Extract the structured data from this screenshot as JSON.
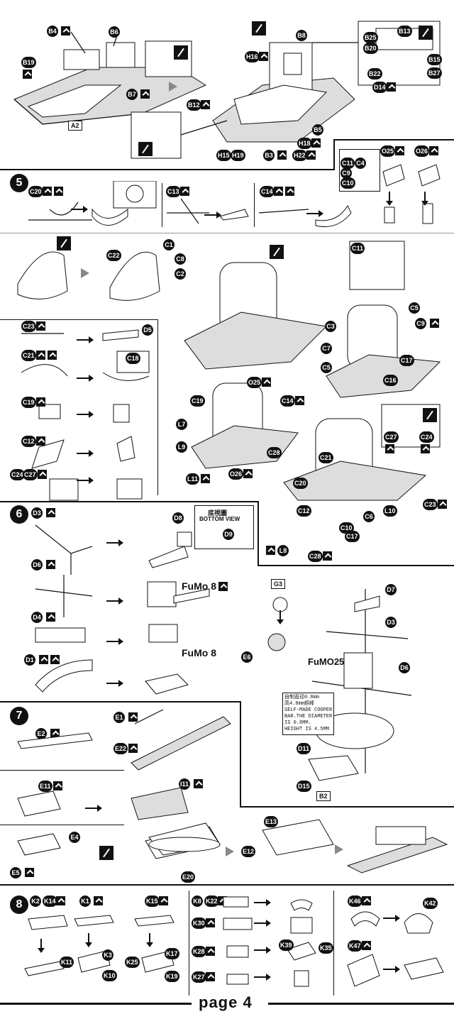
{
  "page": {
    "footer": "page 4"
  },
  "steps": [
    {
      "id": "step-5",
      "label": "5"
    },
    {
      "id": "step-6",
      "label": "6"
    },
    {
      "id": "step-7",
      "label": "7"
    },
    {
      "id": "step-8",
      "label": "8"
    }
  ],
  "callouts": {
    "top": [
      "B4",
      "B6",
      "B19",
      "B7",
      "A2",
      "B8",
      "H16",
      "B13",
      "B25",
      "B20",
      "B22",
      "B15",
      "B27",
      "D14",
      "B12",
      "B5",
      "H18",
      "H22",
      "B3",
      "H19",
      "H15"
    ],
    "step5": [
      "C20",
      "C13",
      "C14",
      "C11",
      "C4",
      "C9",
      "C10",
      "O25",
      "O26"
    ],
    "tower": [
      "C22",
      "C1",
      "C8",
      "C2",
      "C11",
      "C5",
      "C9",
      "C3",
      "C7",
      "C5",
      "C16",
      "C17",
      "C23",
      "D5",
      "C21",
      "C18",
      "C19",
      "C12",
      "C24",
      "C27",
      "C19",
      "L7",
      "L9",
      "L11",
      "O25",
      "C14",
      "O26",
      "C28",
      "C27",
      "C24",
      "C21",
      "C20",
      "C12",
      "C6",
      "C10",
      "C17",
      "C23",
      "L10",
      "L8",
      "C28"
    ],
    "step6": [
      "D3",
      "D8",
      "D9",
      "D6",
      "D4",
      "D1",
      "G3",
      "E6",
      "D7",
      "D3",
      "D6",
      "D11",
      "D15",
      "B2"
    ],
    "step7": [
      "E2",
      "E1",
      "E22",
      "E11",
      "I11",
      "E4",
      "E5",
      "E20",
      "E13",
      "E12"
    ],
    "step8": [
      "K2",
      "K14",
      "K1",
      "K15",
      "K11",
      "K3",
      "K10",
      "K25",
      "K17",
      "K19",
      "K8",
      "K22",
      "K30",
      "K28",
      "K27",
      "K39",
      "K35",
      "K46",
      "K42",
      "K47"
    ]
  },
  "text": {
    "bottom_view_cn": "底視圖",
    "bottom_view": "BOTTOM VIEW",
    "fumo8_a": "FuMo 8",
    "fumo8_b": "FuMo 8",
    "fumo25": "FuMO25",
    "note": "自制直径0.8mm\n高4.8mm銅棒\nSELF-MADE COOPER\nBAR.THE DIAMETER\nIS 0.8MM.\nHEIGHT IS 4.5MM",
    "box_a2": "A2",
    "box_b2": "B2",
    "box_g3": "G3"
  },
  "icons": [
    "glue-icon",
    "fold-up-icon",
    "fold-direction-icon",
    "arrow-right-icon",
    "arrow-down-icon"
  ]
}
